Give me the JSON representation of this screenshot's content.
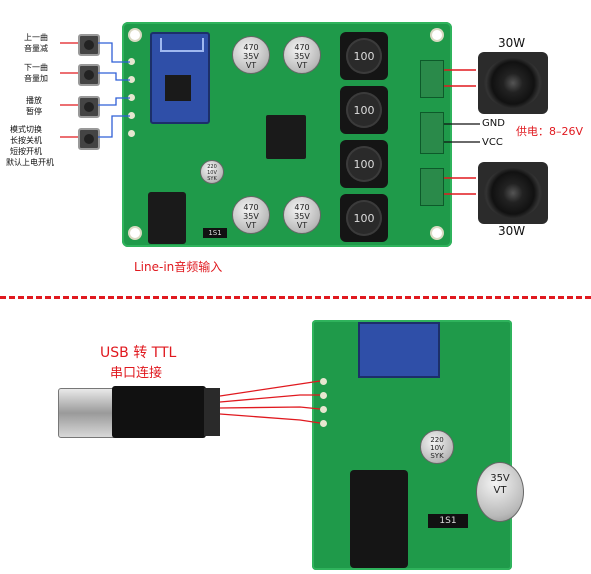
{
  "buttons": {
    "prev": [
      "上一曲",
      "音量减"
    ],
    "next": [
      "下一曲",
      "音量加"
    ],
    "play": [
      "播放",
      "暂停"
    ],
    "mode": [
      "模式切换",
      "长按关机",
      "短按开机",
      "默认上电开机"
    ]
  },
  "speakers": {
    "top_watt": "30W",
    "bottom_watt": "30W"
  },
  "power": {
    "gnd": "GND",
    "vcc": "VCC",
    "supply": "供电：8–26V"
  },
  "line_in": "Line-in音频输入",
  "usb": {
    "title": "USB 转 TTL",
    "subtitle": "串口连接"
  },
  "board_labels": {
    "inductor": "100",
    "cap_large": "470\n35V\nVT",
    "cap_small": "220\n10V\nSYK",
    "diode": "1S1"
  },
  "colors": {
    "pcb": "#1f9a4a",
    "red": "#e0191f",
    "wire_blue": "#2f5fd6"
  }
}
